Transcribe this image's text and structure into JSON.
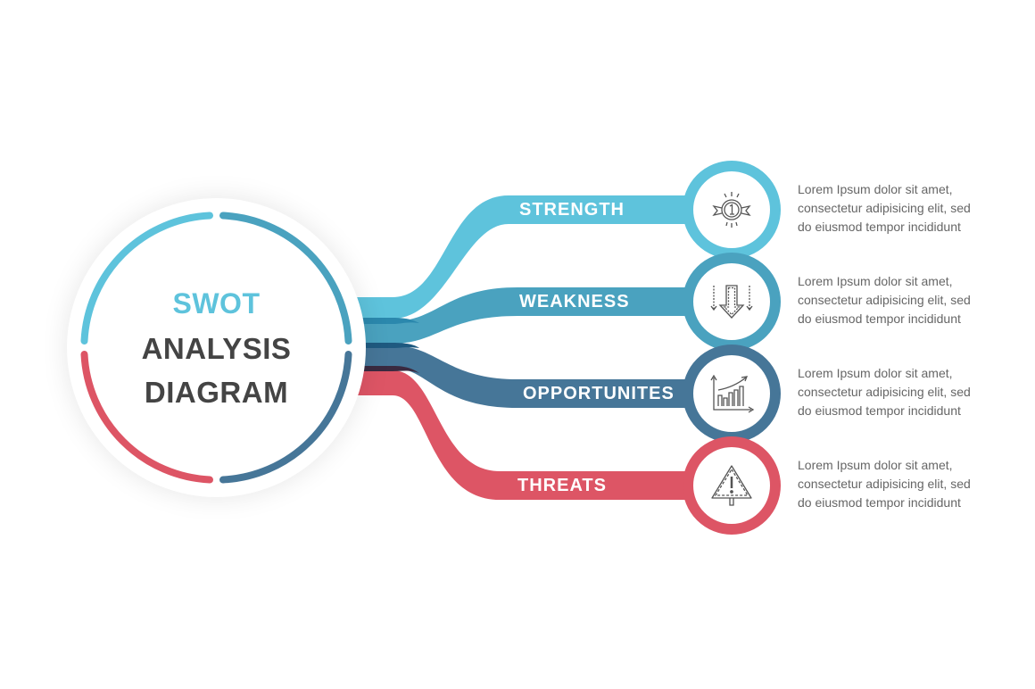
{
  "diagram": {
    "title": {
      "line1": "SWOT",
      "line2": "ANALYSIS",
      "line3": "DIAGRAM"
    },
    "items": [
      {
        "key": "strength",
        "label": "STRENGTH",
        "color": "#5ec3dc",
        "icon": "award-medal-icon",
        "description": [
          "Lorem Ipsum dolor sit amet,",
          "consectetur adipisicing elit, sed",
          "do eiusmod tempor incididunt"
        ]
      },
      {
        "key": "weakness",
        "label": "WEAKNESS",
        "color": "#4aa2bf",
        "icon": "down-arrow-icon",
        "description": [
          "Lorem Ipsum dolor sit amet,",
          "consectetur adipisicing elit, sed",
          "do eiusmod tempor incididunt"
        ]
      },
      {
        "key": "opportunities",
        "label": "OPPORTUNITES",
        "color": "#467698",
        "icon": "growth-chart-icon",
        "description": [
          "Lorem Ipsum dolor sit amet,",
          "consectetur adipisicing elit, sed",
          "do eiusmod tempor incididunt"
        ]
      },
      {
        "key": "threats",
        "label": "THREATS",
        "color": "#dd5565",
        "icon": "warning-sign-icon",
        "description": [
          "Lorem Ipsum dolor sit amet,",
          "consectetur adipisicing elit, sed",
          "do eiusmod tempor incididunt"
        ]
      }
    ]
  }
}
